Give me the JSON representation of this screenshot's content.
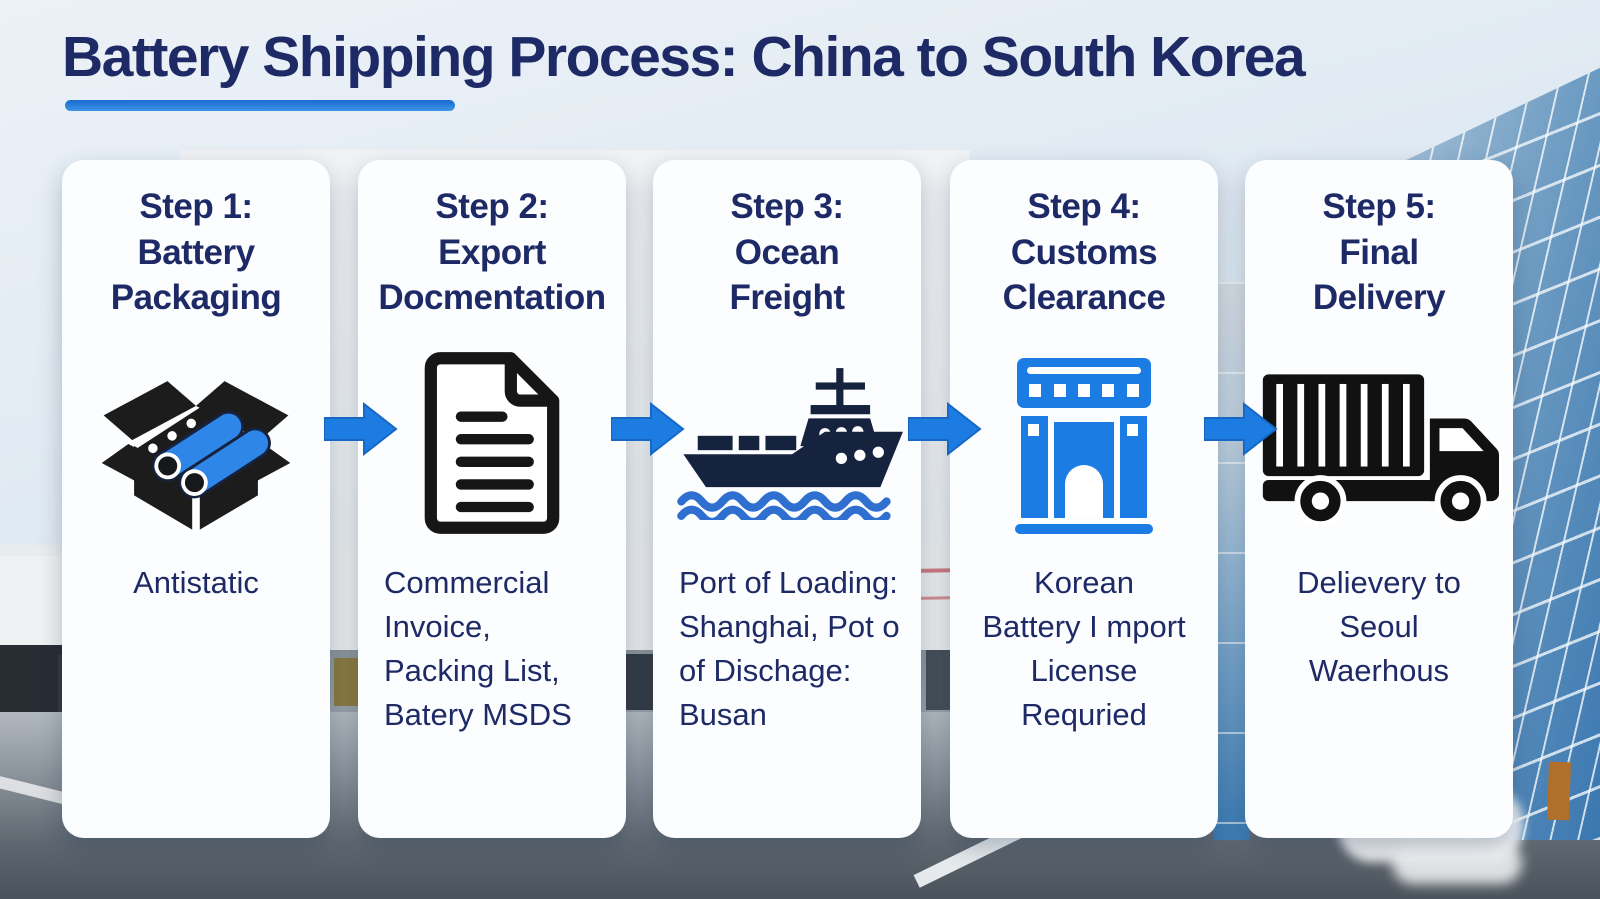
{
  "title": {
    "text": "Battery Shipping Process: China to South Korea"
  },
  "colors": {
    "title_navy": "#1e2a66",
    "underline_blue": "#2a7fd9",
    "arrow_blue": "#1d7ce2",
    "card_background": "#fcfdfe",
    "icon_black": "#1c1c1c",
    "ship_navy": "#16233f",
    "wave_blue": "#2e6fd0",
    "customs_blue": "#1b7ce4",
    "battery_blue": "#2e86e8"
  },
  "steps": [
    {
      "title": "Step 1:\nBattery\nPackaging",
      "icon": "battery-box-icon",
      "description": "Antistatic"
    },
    {
      "title": "Step 2:\nExport\nDocmentation",
      "icon": "document-icon",
      "description": "Commercial\nInvoice,\nPacking List,\nBatery MSDS"
    },
    {
      "title": "Step 3:\nOcean\nFreight",
      "icon": "cargo-ship-icon",
      "description": "Port of Loading:\nShanghai, Pot o\nof Dischage:\nBusan"
    },
    {
      "title": "Step 4:\nCustoms\nClearance",
      "icon": "customs-building-icon",
      "description": "Korean\nBattery I mport\nLicense\nRequried"
    },
    {
      "title": "Step 5:\nFinal\nDelivery",
      "icon": "delivery-truck-icon",
      "description": "Delievery to\nSeoul\nWaerhous"
    }
  ],
  "arrows": {
    "icon": "flow-arrow-icon",
    "count": 4
  }
}
